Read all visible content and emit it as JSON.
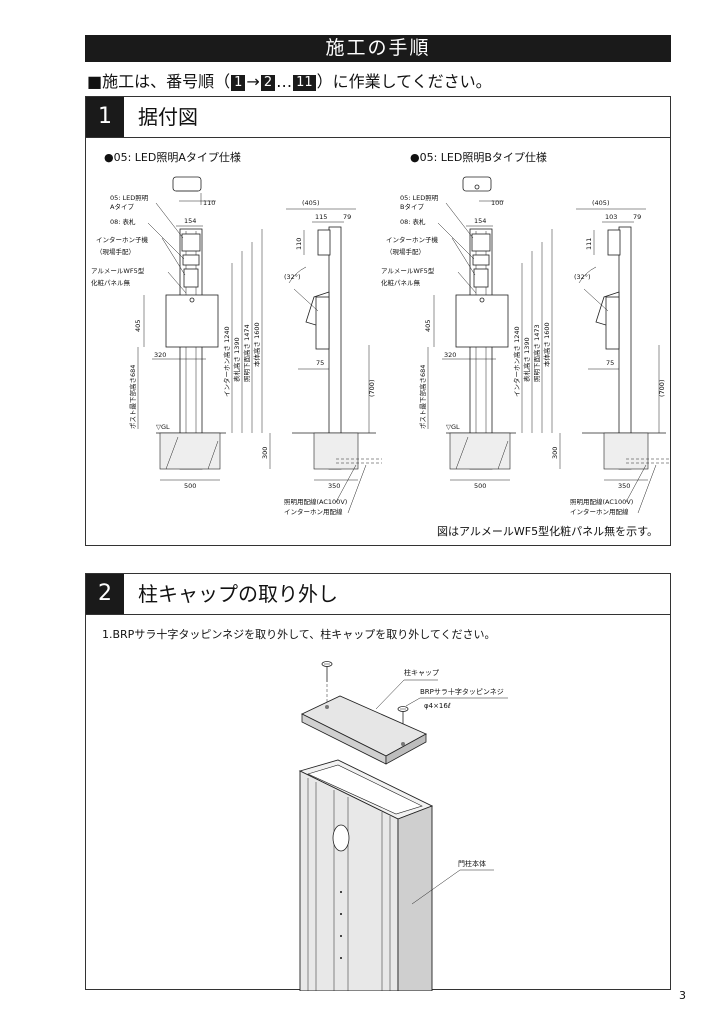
{
  "header": {
    "title": "施工の手順"
  },
  "intro": {
    "prefix": "■施工は、番号順（",
    "step_first": "1",
    "arrow": "→",
    "step_second": "2",
    "ellipsis": "…",
    "step_last": "11",
    "suffix": "）に作業してください。"
  },
  "section1": {
    "number": "1",
    "title": "据付図",
    "variant_a": {
      "heading": "●05: LED照明Aタイプ仕様",
      "labels": {
        "light": "05: LED照明",
        "light_type": "Aタイプ",
        "nameplate": "08: 表札",
        "intercom": "インターホン子機",
        "intercom_note": "（現場手配）",
        "mailbox": "アルメールWF5型",
        "mailbox_panel": "化粧パネル無",
        "ground": "▽GL",
        "post_bottom": "ポスト最下部高さ684",
        "h1": "インターホン高さ 1240",
        "h2": "表札高さ 1390",
        "h3": "照明下面高さ 1474",
        "h4": "本体高さ 1600",
        "angle": "(32°)"
      },
      "dims": {
        "d110": "110",
        "d154": "154",
        "d405": "405",
        "d320": "320",
        "d500": "500",
        "d300": "300",
        "dtop": "(405)",
        "d115": "115",
        "d79": "79",
        "d110v": "110",
        "d75": "75",
        "d700": "(700)",
        "d350": "350"
      }
    },
    "variant_b": {
      "heading": "●05: LED照明Bタイプ仕様",
      "labels": {
        "light": "05: LED照明",
        "light_type": "Bタイプ",
        "nameplate": "08: 表札",
        "intercom": "インターホン子機",
        "intercom_note": "（現場手配）",
        "mailbox": "アルメールWF5型",
        "mailbox_panel": "化粧パネル無",
        "ground": "▽GL",
        "post_bottom": "ポスト最下部高さ684",
        "h1": "インターホン高さ 1240",
        "h2": "表札高さ 1390",
        "h3": "照明下面高さ 1473",
        "h4": "本体高さ 1600",
        "angle": "(32°)"
      },
      "dims": {
        "d100": "100",
        "d154": "154",
        "d405": "405",
        "d320": "320",
        "d500": "500",
        "d300": "300",
        "dtop": "(405)",
        "d103": "103",
        "d79": "79",
        "d111": "111",
        "d75": "75",
        "d700": "(700)",
        "d350": "350"
      }
    },
    "wiring": {
      "light": "照明用配線(AC100V)",
      "intercom": "インターホン用配線"
    },
    "note": "図はアルメールWF5型化粧パネル無を示す。"
  },
  "section2": {
    "number": "2",
    "title": "柱キャップの取り外し",
    "instruction": "1.BRPサラ十字タッピンネジを取り外して、柱キャップを取り外してください。",
    "labels": {
      "cap": "柱キャップ",
      "screw": "BRPサラ十字タッピンネジ",
      "screw_size": "φ4×16ℓ",
      "post": "門柱本体"
    }
  },
  "page_number": "3"
}
